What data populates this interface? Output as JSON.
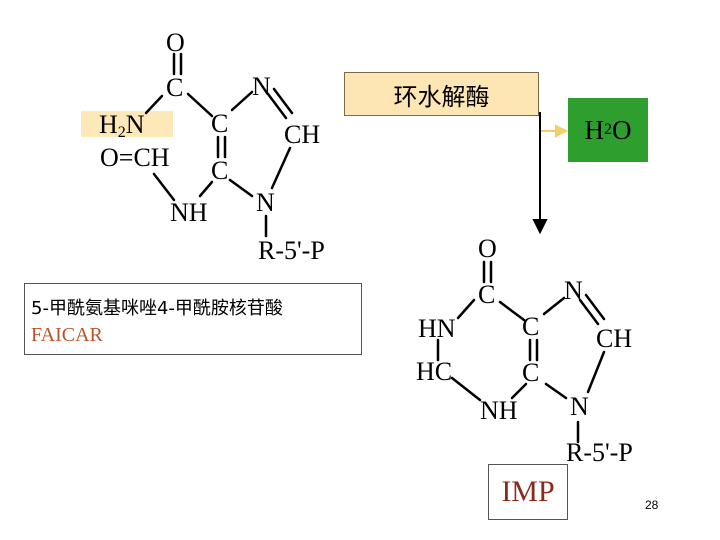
{
  "reaction": {
    "enzyme": "环水解酶",
    "water": {
      "main": "H",
      "sub": "2",
      "tail": "O"
    }
  },
  "faicar": {
    "atoms": {
      "o_top": "O",
      "c_carbonyl": "C",
      "n_ring": "N",
      "c_upper": "C",
      "ch_ring": "CH",
      "h2n": {
        "main": "H",
        "sub": "2",
        "tail": "N"
      },
      "o_ch": "O=CH",
      "c_lower": "C",
      "nh": "NH",
      "n_lower": "N",
      "ribose": "R-5'-P"
    },
    "name": "5-甲酰氨基咪唑4-甲酰胺核苷酸",
    "abbr": "FAICAR"
  },
  "imp": {
    "atoms": {
      "o_top": "O",
      "c_carbonyl": "C",
      "n_ring": "N",
      "hn": "HN",
      "c_upper": "C",
      "ch_ring": "CH",
      "hc": "HC",
      "c_lower": "C",
      "nh": "NH",
      "n_lower": "N",
      "ribose": "R-5'-P"
    },
    "label": "IMP"
  },
  "page_number": "28",
  "colors": {
    "enzyme_fill": "#fde5b4",
    "water_fill": "#2e9e2e",
    "arrow": "#f2cf6a",
    "faicar_abbr": "#b9532a",
    "imp_label": "#8b2a1a"
  }
}
